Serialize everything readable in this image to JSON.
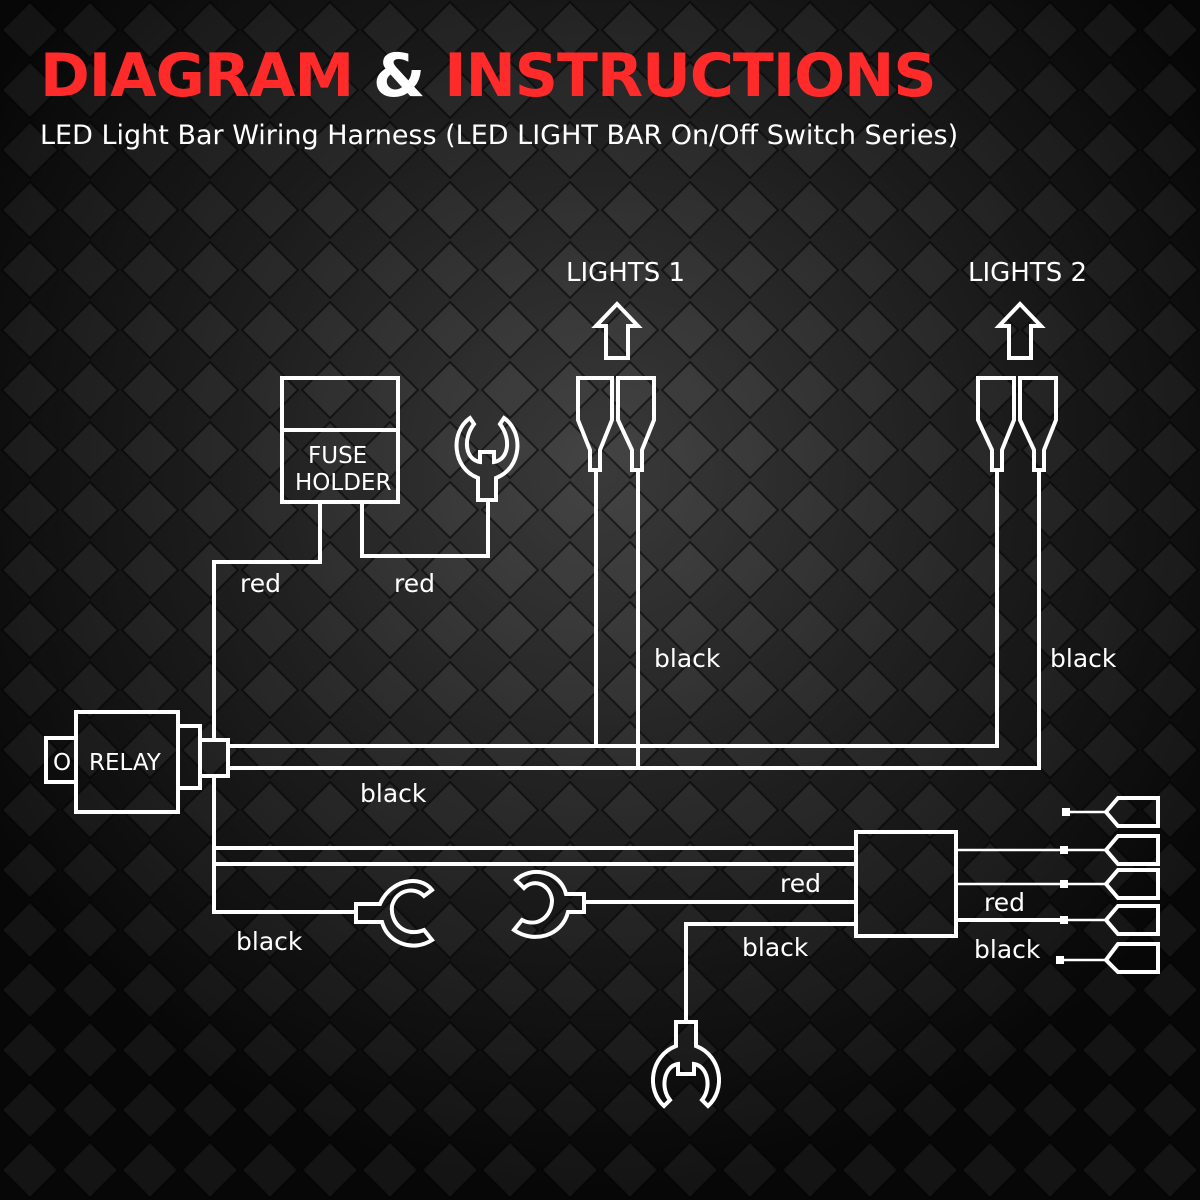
{
  "header": {
    "title_part1": "DIAGRAM",
    "title_amp": "&",
    "title_part2": "INSTRUCTIONS",
    "subtitle": "LED Light Bar Wiring Harness (LED LIGHT BAR On/Off Switch Series)"
  },
  "colors": {
    "background": "#0b0b0b",
    "title_accent": "#ff2a2a",
    "line": "#ffffff"
  },
  "diagram": {
    "lights1": "LIGHTS 1",
    "lights2": "LIGHTS 2",
    "fuse_holder_line1": "FUSE",
    "fuse_holder_line2": "HOLDER",
    "relay": "RELAY",
    "relay_switch_mark": "O",
    "labels": {
      "red_left": "red",
      "red_fuse": "red",
      "black_lights1": "black",
      "black_lights2": "black",
      "black_relay": "black",
      "black_ground_left": "black",
      "red_switch": "red",
      "black_switch": "black",
      "red_connector": "red",
      "black_connector": "black"
    }
  }
}
